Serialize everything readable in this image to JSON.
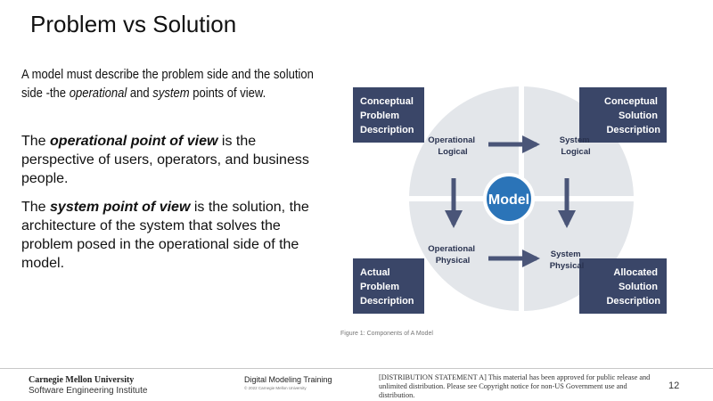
{
  "slide": {
    "title": "Problem vs Solution",
    "intro": {
      "part1": "A model must describe the problem side and the solution side -the ",
      "em1": "operational",
      "part2": " and ",
      "em2": "system",
      "part3": " points of view."
    },
    "p1": {
      "lead": "The ",
      "emph": "operational point of view",
      "rest": " is the perspective of users, operators, and business people."
    },
    "p2": {
      "lead": "The ",
      "emph": "system point of view",
      "rest": " is the solution, the architecture of the system that solves the problem posed in the operational side of the model."
    }
  },
  "figure": {
    "colors": {
      "navy": "#3a4668",
      "light": "#e3e6ea",
      "arrow": "#4a5578",
      "model": "#2b74b8"
    },
    "boxes": {
      "top_left": [
        "Conceptual",
        "Problem",
        "Description"
      ],
      "top_right": [
        "Conceptual",
        "Solution",
        "Description"
      ],
      "bottom_left": [
        "Actual",
        "Problem",
        "Description"
      ],
      "bottom_right": [
        "Allocated",
        "Solution",
        "Description"
      ]
    },
    "quadrants": {
      "tl": [
        "Operational",
        "Logical"
      ],
      "tr": [
        "System",
        "Logical"
      ],
      "bl": [
        "Operational",
        "Physical"
      ],
      "br": [
        "System",
        "Physical"
      ]
    },
    "center": "Model",
    "caption": "Figure 1: Components of A Model"
  },
  "footer": {
    "org": "Carnegie Mellon University",
    "institute": "Software Engineering Institute",
    "course": "Digital Modeling Training",
    "copyright": "© 2022 Carnegie Mellon University",
    "distribution": "[DISTRIBUTION STATEMENT A] This material has been approved for public release and unlimited distribution. Please see Copyright notice for non-US Government use and distribution.",
    "page": "12"
  }
}
